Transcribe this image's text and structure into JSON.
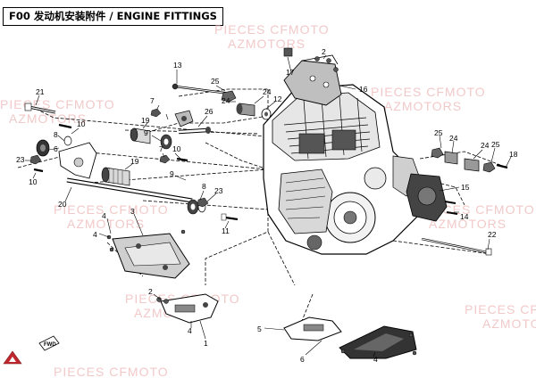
{
  "title": "F00 发动机安装附件 / ENGINE FITTINGS",
  "watermark": {
    "line1": "PIECES CFMOTO",
    "line2": "AZMOTORS",
    "color": "#f2c9c9"
  },
  "direction_tag": "FWD",
  "callouts": [
    "1",
    "2",
    "3",
    "4",
    "5",
    "6",
    "7",
    "8",
    "9",
    "10",
    "11",
    "12",
    "13",
    "14",
    "15",
    "16",
    "17",
    "18",
    "19",
    "20",
    "21",
    "22",
    "23",
    "24",
    "25",
    "26"
  ],
  "colors": {
    "line": "#000000",
    "shade": "#cfcfcf",
    "dark": "#444444",
    "logo": "#c0272d"
  }
}
